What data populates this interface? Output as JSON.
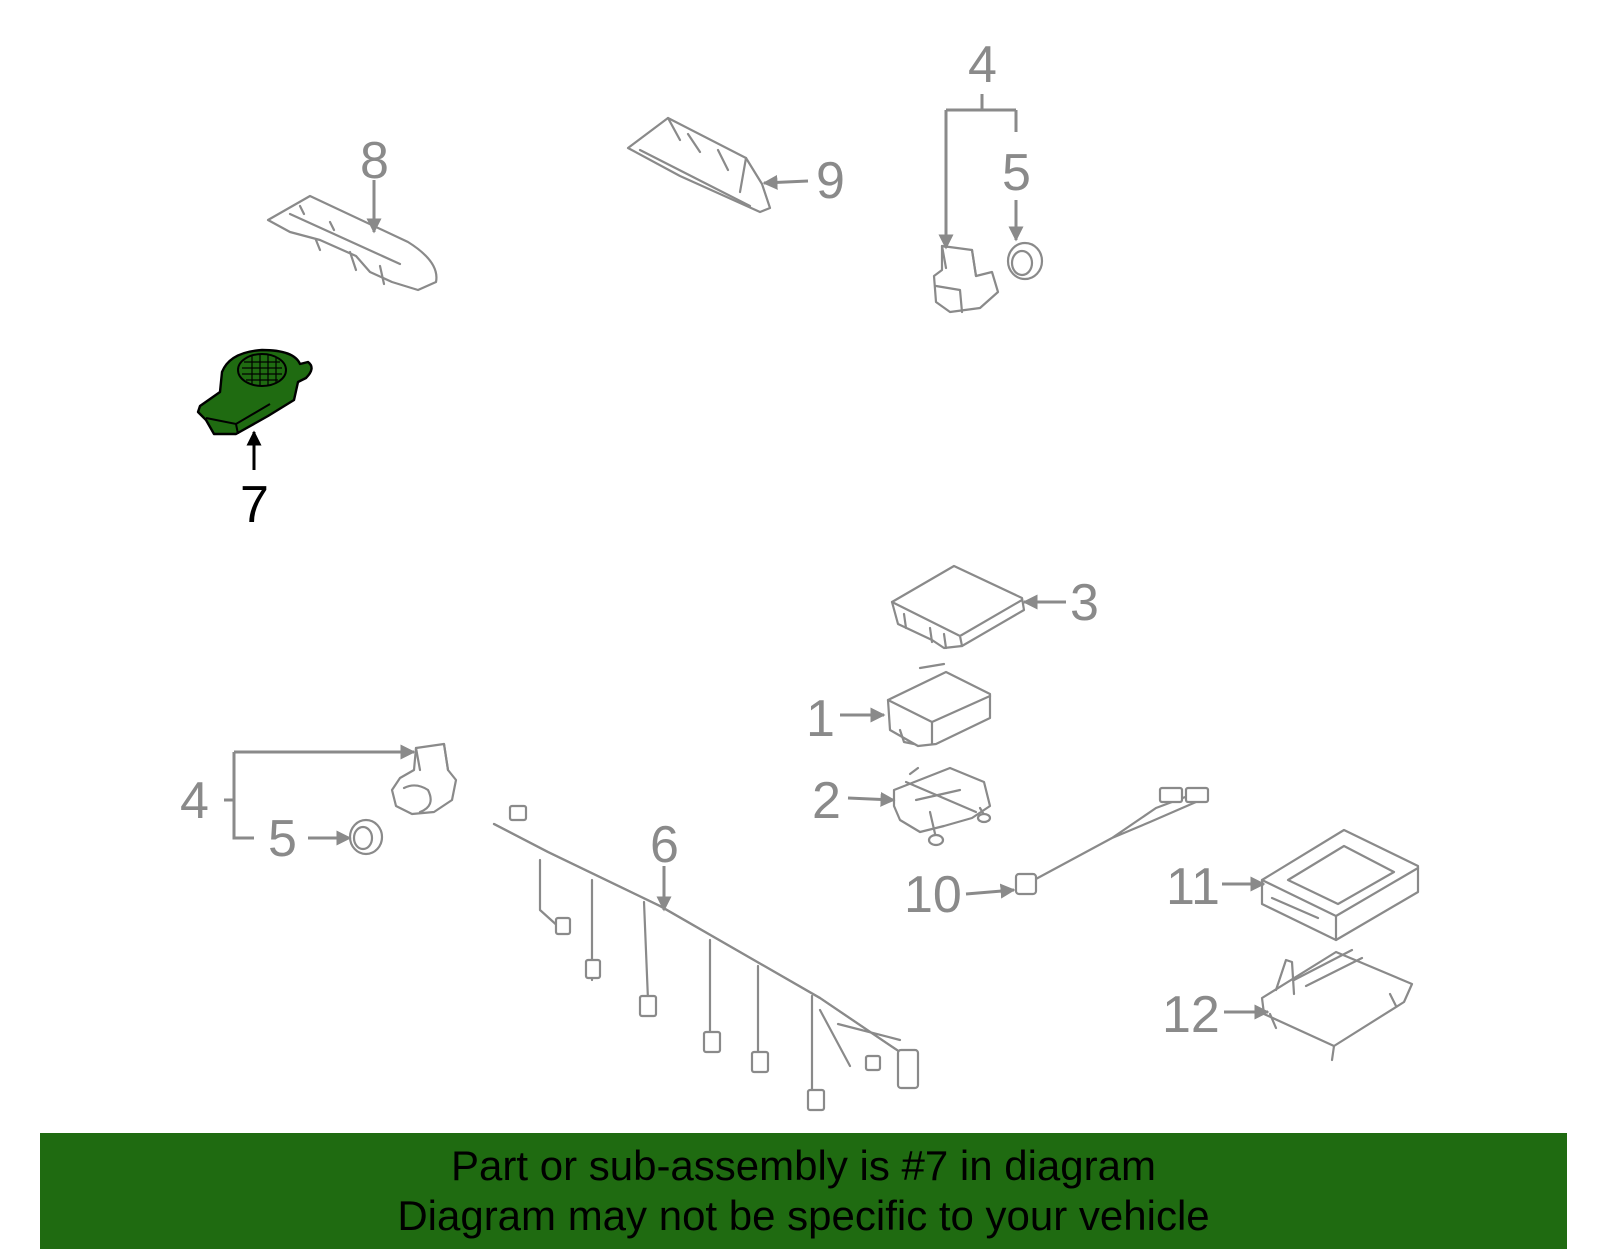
{
  "colors": {
    "highlight_part": "#1f6b11",
    "banner_background": "#1f6b11",
    "part_outline": "#8a8a8a",
    "callout_text": "#8a8a8a",
    "highlight_text": "#000000"
  },
  "callouts": {
    "c1": "1",
    "c2": "2",
    "c3": "3",
    "c4_top": "4",
    "c5_top": "5",
    "c4_left": "4",
    "c5_left": "5",
    "c6": "6",
    "c7": "7",
    "c8": "8",
    "c9": "9",
    "c10": "10",
    "c11": "11",
    "c12": "12"
  },
  "highlighted_part": "7",
  "banner": {
    "line1": "Part or sub-assembly is #7 in diagram",
    "line2": "Diagram may not be specific to your vehicle"
  }
}
